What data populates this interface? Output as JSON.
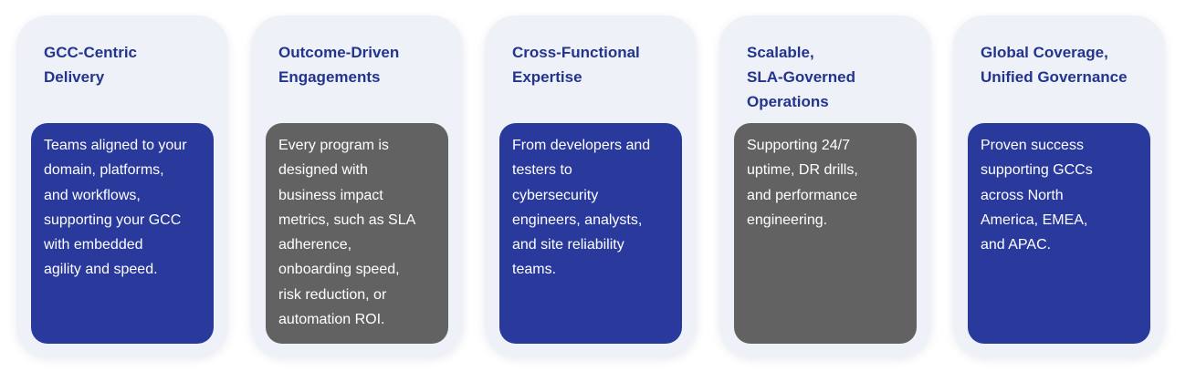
{
  "cards": [
    {
      "title": "GCC-Centric\nDelivery",
      "body": "Teams aligned to your\ndomain, platforms,\nand workflows,\nsupporting your GCC\nwith embedded\nagility and speed.",
      "body_color": "#29399c"
    },
    {
      "title": "Outcome-Driven\nEngagements",
      "body": "Every program is\ndesigned with\nbusiness impact\nmetrics, such as SLA\nadherence,\nonboarding speed,\nrisk reduction, or\nautomation ROI.",
      "body_color": "#626262"
    },
    {
      "title": "Cross-Functional\nExpertise",
      "body": "From developers and\ntesters to\ncybersecurity\nengineers, analysts,\nand site reliability\nteams.",
      "body_color": "#29399c"
    },
    {
      "title": "Scalable,\nSLA-Governed\nOperations",
      "body": "Supporting 24/7\nuptime, DR drills,\nand performance\nengineering.",
      "body_color": "#626262"
    },
    {
      "title": "Global Coverage,\nUnified Governance",
      "body": "Proven success\nsupporting GCCs\nacross North\nAmerica, EMEA,\nand APAC.",
      "body_color": "#29399c"
    }
  ],
  "colors": {
    "title": "#23348f",
    "card_background": "#eef1f8",
    "accent_blue": "#29399c",
    "accent_gray": "#626262"
  }
}
